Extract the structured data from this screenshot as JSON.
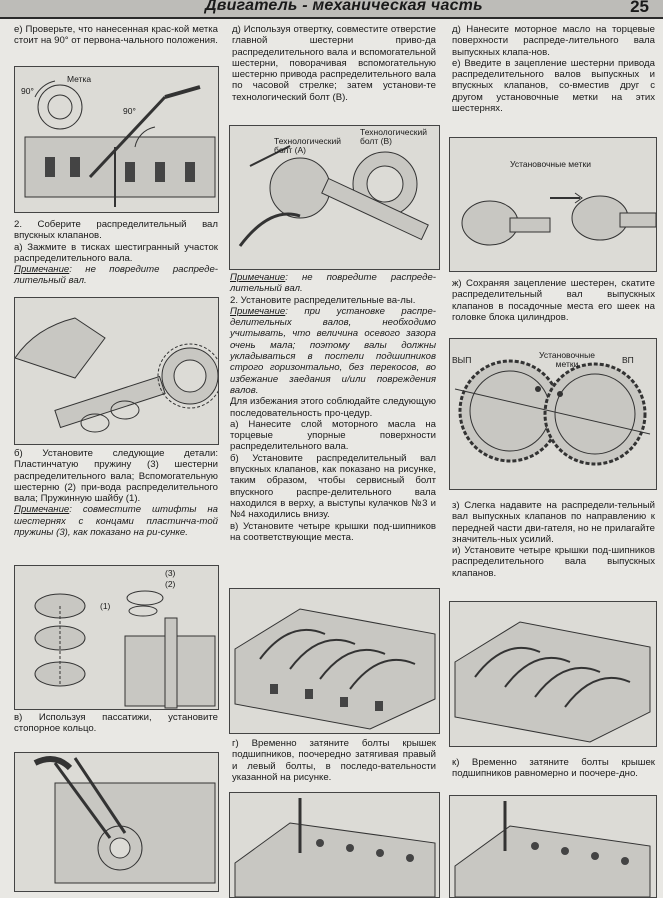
{
  "header": {
    "title": "Двигатель - механическая часть",
    "page": "25"
  },
  "col1": {
    "p1": "е) Проверьте, что нанесенная крас-кой метка стоит на 90° от первона-чального положения.",
    "fig1": {
      "label_mark": "Метка",
      "angle_a": "90°",
      "angle_b": "90°"
    },
    "p2": "2. Соберите распределительный вал впускных клапанов.",
    "p3": "а) Зажмите в тисках шестигранный участок распределительного вала.",
    "note1_word": "Примечание",
    "note1_text": ": не повредите распреде-лительный вал.",
    "p4": "б) Установите следующие детали: Пластинчатую пружину (3) шестерни распределительного вала; Вспомогательную шестерню (2) при-вода распределительного вала; Пружинную шайбу (1).",
    "note2_word": "Примечание",
    "note2_text": ": совместите штифты на шестернях с концами пластинча-той пружины (3), как показано на ри-сунке.",
    "fig3": {
      "l1": "(1)",
      "l2": "(2)",
      "l3": "(3)"
    },
    "p5": "в) Используя пассатижи, установите стопорное кольцо."
  },
  "col2": {
    "p1": "д) Используя отвертку, совместите отверстие главной шестерни приво-да распределительного вала и вспомогательной шестерни, поворачивая вспомогательную шестерню привода распределительного вала по часовой стрелке; затем установи-те технологический болт (В).",
    "fig1": {
      "la": "Технологический болт (А)",
      "lb": "Технологический болт (В)"
    },
    "note1_word": "Примечание",
    "note1_text": ": не повредите распреде-лительный вал.",
    "p2": "2. Установите распределительные ва-лы.",
    "note2_word": "Примечание",
    "note2_text": ": при установке распре-делительных валов, необходимо учитывать, что величина осевого зазора очень мала; поэтому валы должны укладываться в постели подшипников строго горизонтально, без перекосов, во избежание заедания и/или повреждения валов.",
    "p3": "Для избежания этого соблюдайте следующую последовательность про-цедур.",
    "p4": "а) Нанесите слой моторного масла на торцевые упорные поверхности распределительного вала.",
    "p5": "б) Установите распределительный вал впускных клапанов, как показано на рисунке, таким образом, чтобы сервисный болт впускного распре-делительного вала находился в верху, а выступы кулачков №3 и №4 находились внизу.",
    "p6": "в) Установите четыре крышки под-шипников на соответствующие места.",
    "p7": "г) Временно затяните болты крышек подшипников, поочередно затягивая правый и левый болты, в последо-вательности указанной на рисунке."
  },
  "col3": {
    "p1": "д) Нанесите моторное масло на торцевые поверхности распреде-лительного вала выпускных клапа-нов.",
    "p2": "е) Введите в зацепление шестерни привода распределительного валов выпускных и впускных клапанов, со-вместив друг с другом установочные метки на этих шестернях.",
    "fig1": {
      "label": "Установочные метки"
    },
    "p3": "ж) Сохраняя зацепление шестерен, скатите распределительный вал выпускных клапанов в посадочные места его шеек на головке блока цилиндров.",
    "fig2": {
      "left": "ВЫП",
      "mid": "Установочные метки",
      "right": "ВП"
    },
    "p4": "з) Слегка надавите на распредели-тельный вал выпускных клапанов по направлению к передней части дви-гателя, но не прилагайте значитель-ных усилий.",
    "p5": "и) Установите четыре крышки под-шипников распределительного вала выпускных клапанов.",
    "p6": "к) Временно затяните болты крышек подшипников равномерно и поочере-дно."
  }
}
